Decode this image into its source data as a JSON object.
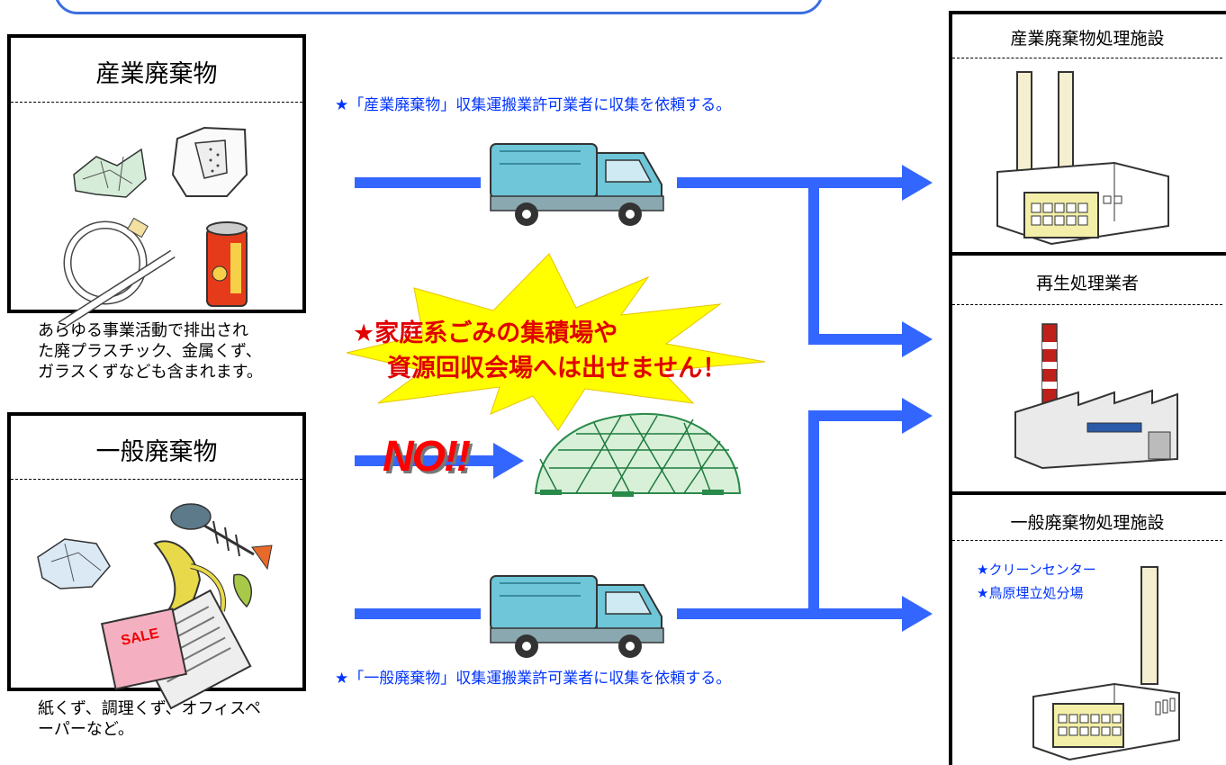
{
  "sources": {
    "industrial": {
      "title": "産業廃棄物",
      "caption": [
        "あらゆる事業活動で排出され",
        "た廃プラスチック、金属くず、",
        "ガラスくずなども含まれます。"
      ]
    },
    "general": {
      "title": "一般廃棄物",
      "caption": [
        "紙くず、調理くず、オフィスペ",
        "ーパーなど。"
      ]
    }
  },
  "routes": {
    "industrial_note": "★「産業廃棄物」収集運搬業許可業者に収集を依頼する。",
    "general_note": "★「一般廃棄物」収集運搬業許可業者に収集を依頼する。"
  },
  "warning": {
    "line1": "★家庭系ごみの集積場や",
    "line2": "資源回収会場へは出せません！",
    "no_label": "NO!!"
  },
  "facilities": {
    "industrial": {
      "title": "産業廃棄物処理施設"
    },
    "recycler": {
      "title": "再生処理業者"
    },
    "general": {
      "title": "一般廃棄物処理施設",
      "notes": [
        "★クリーンセンター",
        "★鳥原埋立処分場"
      ]
    }
  },
  "colors": {
    "arrow": "#3366ff",
    "route_text": "#0033ff",
    "warning_text": "#e00000",
    "burst": "#ffff00",
    "truck": "#6ec6d8"
  },
  "illustrations": {
    "industrial": [
      "crumpled-plastic",
      "styrofoam-block",
      "fluorescent-tubes",
      "metal-can"
    ],
    "general": [
      "crumpled-paper",
      "fish-bones",
      "banana-peel",
      "apple-core",
      "newspapers",
      "sale-flyer"
    ],
    "facilities": [
      "factory-twin-chimney",
      "factory-sawtooth-roof",
      "incinerator-single-chimney"
    ],
    "other": [
      "garbage-truck",
      "garbage-truck",
      "net-covered-garbage-pile"
    ]
  }
}
